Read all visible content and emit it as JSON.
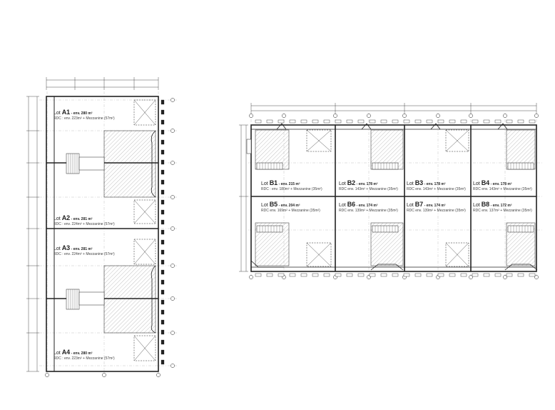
{
  "plan_a": {
    "lots": [
      {
        "prefix": "Lot ",
        "id": "A1",
        "area": " - env. 280 m²",
        "detail": "RDC : env. 223m² + Mezzanine (57m²)"
      },
      {
        "prefix": "Lot ",
        "id": "A2",
        "area": " - env. 281 m²",
        "detail": "RDC : env. 224m² + Mezzanine (57m²)"
      },
      {
        "prefix": "Lot ",
        "id": "A3",
        "area": " - env. 281 m²",
        "detail": "RDC : env. 224m² + Mezzanine (57m²)"
      },
      {
        "prefix": "Lot ",
        "id": "A4",
        "area": " - env. 280 m²",
        "detail": "RDC : env. 223m² + Mezzanine (57m²)"
      }
    ]
  },
  "plan_b": {
    "lots": [
      {
        "prefix": "Lot ",
        "id": "B1",
        "area": " - env. 215 m²",
        "detail": "RDC : env. 180m² + Mezzanine (35m²)"
      },
      {
        "prefix": "Lot ",
        "id": "B2",
        "area": " - env. 178 m²",
        "detail": "RDC env. 143m² + Mezzanine (35m²)"
      },
      {
        "prefix": "Lot ",
        "id": "B3",
        "area": " - env. 178 m²",
        "detail": "RDC env. 143m² + Mezzanine (35m²)"
      },
      {
        "prefix": "Lot ",
        "id": "B4",
        "area": " - env. 178 m²",
        "detail": "RDC env. 143m² + Mezzanine (35m²)"
      },
      {
        "prefix": "Lot ",
        "id": "B5",
        "area": " - env. 204 m²",
        "detail": "RDC env. 169m² + Mezzanine (35m²)"
      },
      {
        "prefix": "Lot ",
        "id": "B6",
        "area": " - env. 174 m²",
        "detail": "RDC env. 139m² + Mezzanine (35m²)"
      },
      {
        "prefix": "Lot ",
        "id": "B7",
        "area": " - env. 174 m²",
        "detail": "RDC env. 139m² + Mezzanine (35m²)"
      },
      {
        "prefix": "Lot ",
        "id": "B8",
        "area": " - env. 172 m²",
        "detail": "RDC env. 137m² + Mezzanine (35m²)"
      }
    ]
  },
  "colors": {
    "line": "#222222",
    "hatch": "#888888",
    "grid": "#999999"
  }
}
